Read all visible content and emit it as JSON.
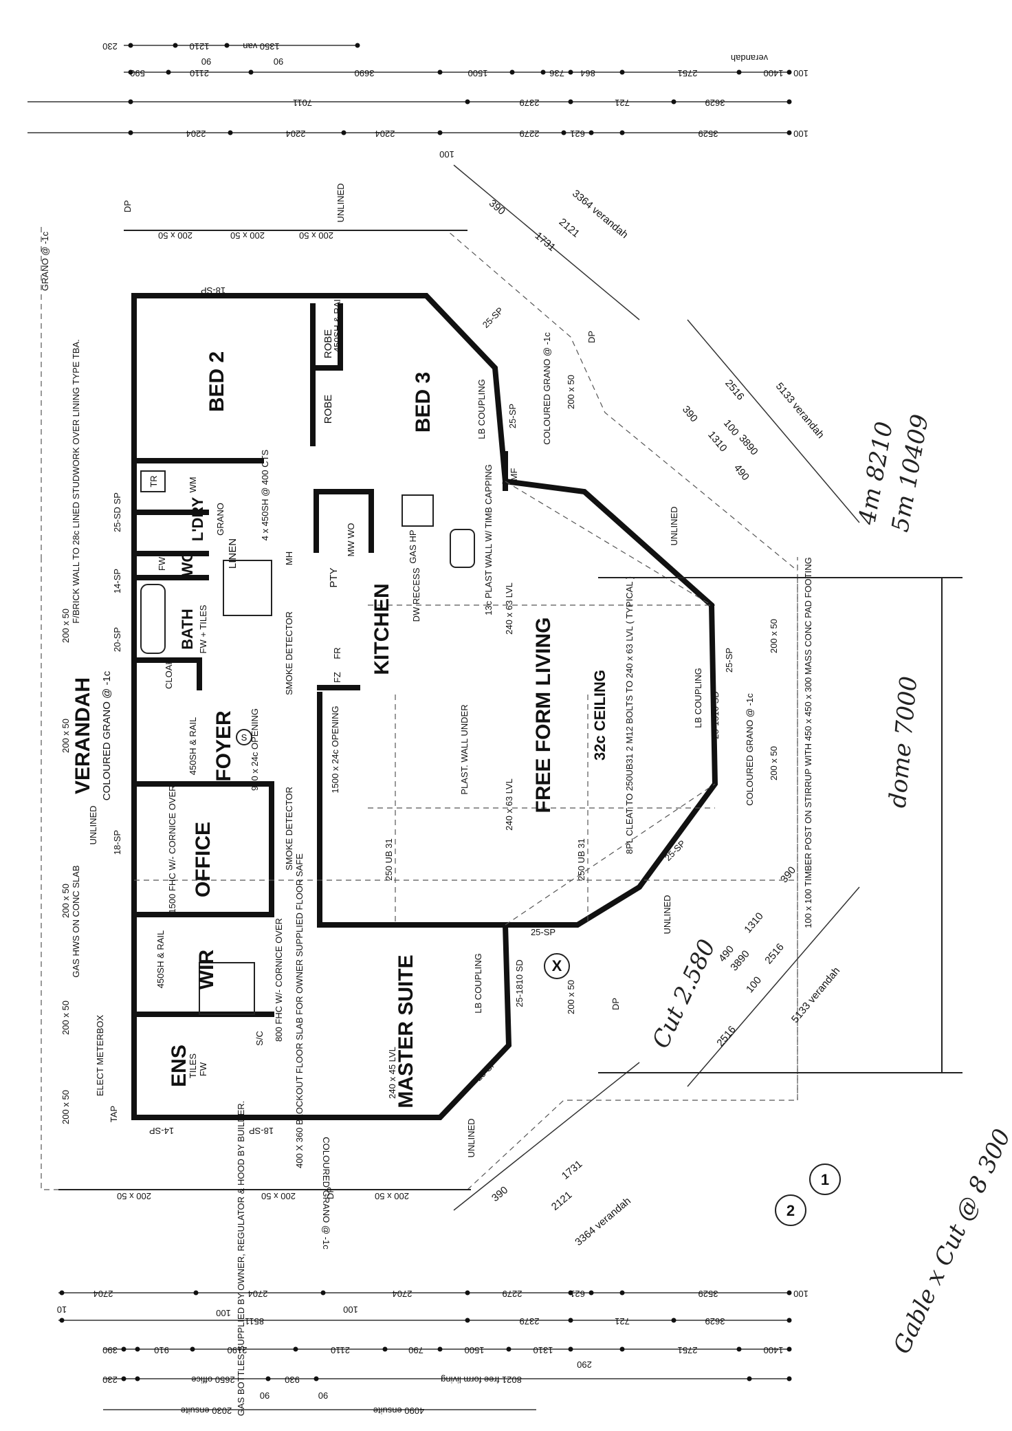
{
  "rooms": {
    "bed2": "BED 2",
    "bed3": "BED 3",
    "laundry": "L'DRY",
    "laundry_note": "GRANO",
    "wc": "WC",
    "bath": "BATH",
    "bath_note": "FW + TILES",
    "cloak": "CLOAK",
    "foyer": "FOYER",
    "office": "OFFICE",
    "wir": "WIR",
    "ens": "ENS",
    "ens_note": "TILES",
    "master": "MASTER SUITE",
    "kitchen": "KITCHEN",
    "living": "FREE FORM LIVING",
    "verandah": "VERANDAH",
    "verandah_note": "COLOURED GRANO @ -1c",
    "robe": "ROBE",
    "linen": "LINEN",
    "pantry": "PTY"
  },
  "notes": {
    "brick_wall": "F/BRICK WALL TO 28c LINED STUDWORK OVER LINING TYPE TBA.",
    "gas_hws": "GAS HWS ON CONC SLAB",
    "meterbox": "ELECT METERBOX",
    "tap": "TAP",
    "gas_bottles": "GAS BOTTLES SUPPLIED BY OWNER, REGULATOR & HOOD BY BUILDER.",
    "smoke1": "SMOKE DETECTOR",
    "smoke2": "SMOKE DETECTOR",
    "opening1": "930 x 24c OPENING",
    "opening2": "1500 x 24c OPENING",
    "office_fhc": "1500 FHC W/- CORNICE OVER",
    "ens_fhc": "800 FHC W/- CORNICE OVER",
    "blockout": "400 X 360 BLOCKOUT FLOOR SLAB FOR OWNER SUPPLIED FLOOR SAFE",
    "ceiling": "32c CEILING",
    "cleat": "8PL CLEAT TO 250UB31 2 M12 BOLTS TO 240 x 63 LVL ( TYPICAL )",
    "plast_wall": "PLAST. WALL UNDER",
    "ub31a": "250 UB 31",
    "ub31b": "250 UB 31",
    "lvl1": "240 x 63 LVL",
    "lvl2": "240 x 63 LVL",
    "lvl3": "240 x 45 LVL",
    "timber_post": "100 x 100 TIMBER POST ON STIRRUP WITH 450 x 450 x 300 MASS CONC PAD FOOTING",
    "lb_coupling": "LB COUPLING",
    "coloured_grano": "COLOURED GRANO @ -1c",
    "grano_top": "GRANO @ -1c",
    "grano_bottom": "COLOURED GRANO @ -1c",
    "unlined": "UNLINED",
    "dw_recess": "DW RECESS",
    "plast_wall_timb": "13c PLAST WALL W/ TIMB CAPPING",
    "gas_hp": "GAS HP",
    "mw_wo": "MW WO",
    "fz": "FZ",
    "fr": "FR",
    "wm": "WM",
    "tr": "TR",
    "mh": "MH",
    "mf": "MF",
    "sh_rail1": "450SH & RAIL",
    "sh_rail2": "450SH & RAIL",
    "sh_rail3": "450SH & RAIL",
    "laundry_sh": "4 x 450SH @ 400 CTS",
    "dp": "DP",
    "fw": "FW",
    "sc": "S/C"
  },
  "verandah_dims": {
    "v3364": "3364 verandah",
    "v5133": "5133 verandah",
    "v2121": "2121",
    "v1731": "1731",
    "v390": "390",
    "v2516": "2516",
    "v3890": "3890",
    "v1310": "1310",
    "v490": "490",
    "v100": "100"
  },
  "segments": {
    "sd25_1510": "25-1510 SD",
    "sd25_1810": "25-1810 SD",
    "sd25": "25-SD SP",
    "sp25": "25-SP",
    "sp18": "18-SP",
    "sp14": "14-SP",
    "sp20": "20-SP",
    "s200x50": "200 x 50"
  },
  "top_dims": {
    "row1": [
      "3529",
      "2279",
      "2204",
      "2204",
      "2204",
      "100",
      "621",
      "100"
    ],
    "row2": [
      "3629",
      "721",
      "2379",
      "7011"
    ],
    "row3": [
      "1400",
      "2751",
      "864",
      "736",
      "1500",
      "3690",
      "2110",
      "590",
      "100"
    ],
    "row4": [
      "1350 van",
      "1210",
      "230",
      "90",
      "90"
    ],
    "verandah_label": "verandah"
  },
  "bottom_dims": {
    "row1": [
      "3529",
      "2279",
      "2704",
      "2704",
      "2704",
      "100",
      "621",
      "100",
      "10"
    ],
    "row2": [
      "3629",
      "721",
      "2379",
      "8511",
      "100"
    ],
    "row3": [
      "1400",
      "2751",
      "1310",
      "1500",
      "790",
      "2110",
      "2190",
      "910",
      "390",
      "290"
    ],
    "row4": [
      "8021 free form living",
      "930",
      "2650 office",
      "230",
      "90",
      "90"
    ],
    "row5": [
      "4090 ensuite",
      "2030 ensuite"
    ]
  },
  "handwritten": {
    "area1": "4m 8210",
    "area2": "5m 10409",
    "dome": "dome 7000",
    "cut": "Cut 2.580",
    "gable": "Gable x Cut @ 8 300"
  },
  "markers": {
    "section1": "1",
    "section2": "2",
    "x_mark": "X",
    "s_mark": "S"
  }
}
